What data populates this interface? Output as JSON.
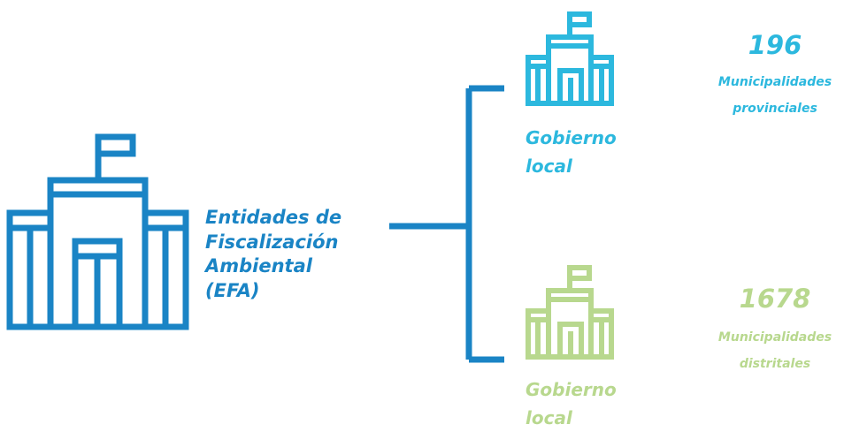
{
  "colors": {
    "efa_blue": "#1a84c5",
    "provincial_cyan": "#2cb8de",
    "distrital_green": "#b8d88e"
  },
  "efa": {
    "icon": "government-building-icon",
    "label_lines": [
      "Entidades de",
      "Fiscalización",
      "Ambiental",
      "(EFA)"
    ]
  },
  "branches": [
    {
      "icon": "government-building-icon",
      "label_lines": [
        "Gobierno",
        "local"
      ],
      "count": "196",
      "sub_lines": [
        "Municipalidades",
        "provinciales"
      ]
    },
    {
      "icon": "government-building-icon",
      "label_lines": [
        "Gobierno",
        "local"
      ],
      "count": "1678",
      "sub_lines": [
        "Municipalidades",
        "distritales"
      ]
    }
  ]
}
